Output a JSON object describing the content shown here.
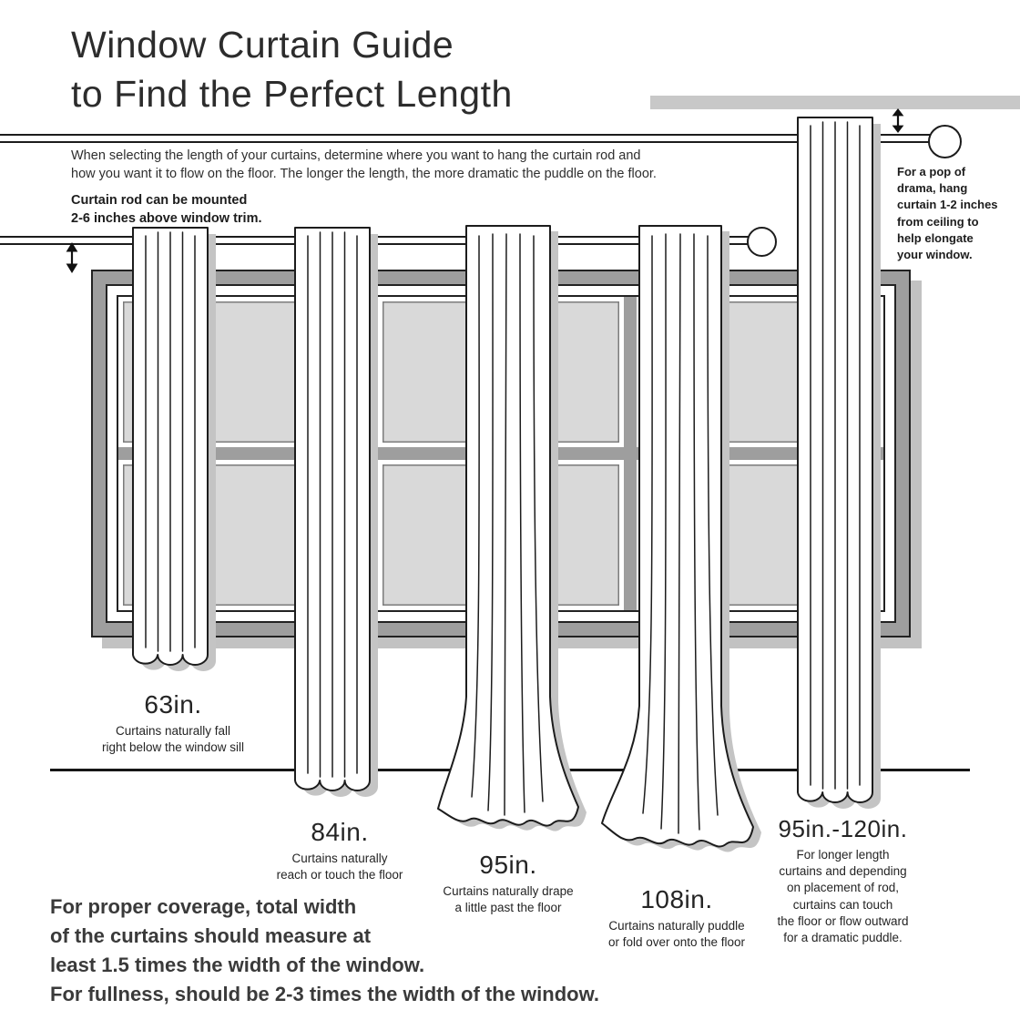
{
  "title": "Window Curtain Guide\nto Find the Perfect Length",
  "intro": "When selecting the length of your curtains, determine where you want to hang the curtain rod and\nhow you want it to flow on the floor. The longer the length, the more dramatic the puddle on the floor.",
  "rod_note": "Curtain rod can be mounted\n2-6 inches above window trim.",
  "ceiling_note": "For a pop of\ndrama, hang\ncurtain 1-2 inches\nfrom ceiling to\nhelp elongate\nyour window.",
  "curtains": [
    {
      "length": "63in.",
      "description": "Curtains naturally fall\nright below the window sill"
    },
    {
      "length": "84in.",
      "description": "Curtains naturally\nreach or touch the floor"
    },
    {
      "length": "95in.",
      "description": "Curtains naturally drape\na little past the floor"
    },
    {
      "length": "108in.",
      "description": "Curtains naturally puddle\nor fold over onto the floor"
    },
    {
      "length": "95in.-120in.",
      "description": "For longer length\ncurtains and depending\non placement of rod,\ncurtains can touch\nthe floor or flow outward\nfor a dramatic puddle."
    }
  ],
  "coverage_note": "For proper coverage, total width\nof the curtains should measure at\nleast 1.5 times the width of the window.\nFor fullness, should be 2-3 times the width of the window.",
  "colors": {
    "frame_gray": "#9e9e9e",
    "glass_gray": "#d9d9d9",
    "ceiling_gray": "#c8c8c8",
    "shadow_gray": "#c4c4c4",
    "ink": "#1c1c1c"
  }
}
